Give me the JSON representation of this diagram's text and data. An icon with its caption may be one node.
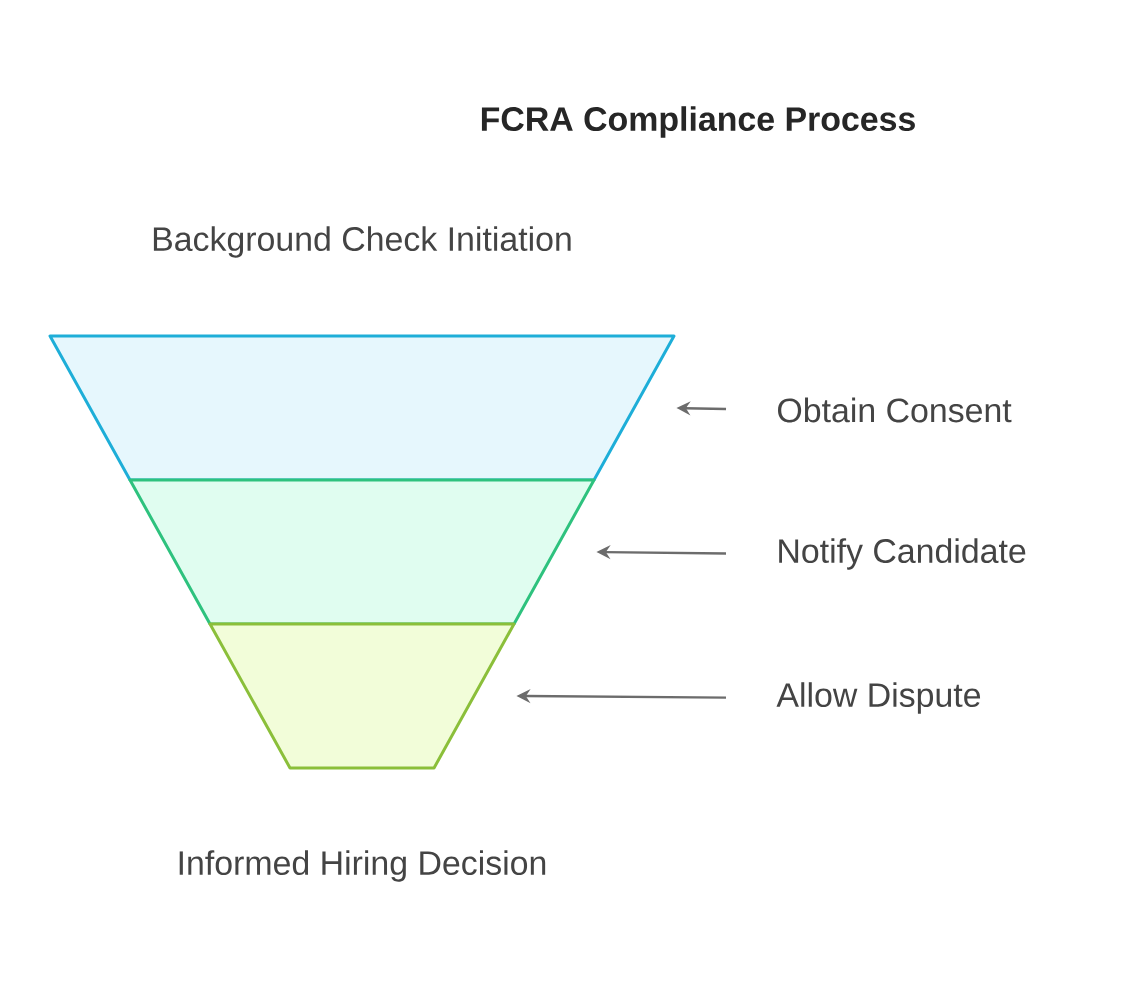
{
  "diagram": {
    "title": "FCRA Compliance Process",
    "nodes": [
      {
        "text": [],
        "shape": "band"
      },
      {
        "text": [],
        "shape": "band"
      },
      {
        "text": [],
        "shape": "band"
      },
      {
        "text": [
          "Obtain Consent"
        ]
      },
      {
        "text": [
          "Notify Candidate"
        ]
      },
      {
        "text": [
          "Allow Dispute"
        ]
      }
    ],
    "edges": [
      {
        "from": 3,
        "to": 0,
        "arrow": "to"
      },
      {
        "from": 4,
        "to": 1,
        "arrow": "to"
      },
      {
        "from": 5,
        "to": 2,
        "arrow": "to"
      }
    ],
    "labels": [
      "Background Check Initiation",
      "Informed Hiring Decision"
    ]
  }
}
